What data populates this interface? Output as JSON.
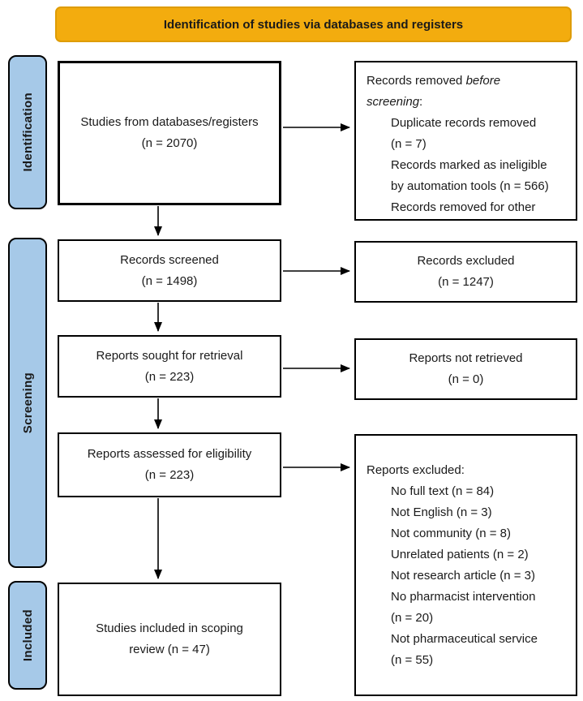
{
  "banner": {
    "title": "Identification of studies via databases and registers"
  },
  "stages": [
    {
      "label": "Identification"
    },
    {
      "label": "Screening"
    },
    {
      "label": "Included"
    }
  ],
  "flow": {
    "identification": {
      "studies": {
        "line1": "Studies from databases/registers",
        "line2": "(n = 2070)"
      },
      "removed": {
        "heading_prefix": "Records removed ",
        "heading_italic": "before\nscreening",
        "heading_suffix": ":",
        "items": [
          "Duplicate records removed\n(n = 7)",
          "Records marked as ineligible\nby automation tools (n = 566)",
          "Records removed for other"
        ]
      }
    },
    "screening": {
      "records_screened": {
        "line1": "Records screened",
        "line2": "(n = 1498)"
      },
      "records_excluded": {
        "line1": "Records excluded",
        "line2": "(n = 1247)"
      },
      "reports_sought": {
        "line1": "Reports sought for retrieval",
        "line2": "(n = 223)"
      },
      "reports_not_retrieved": {
        "line1": "Reports not retrieved",
        "line2": "(n = 0)"
      },
      "reports_assessed": {
        "line1": "Reports assessed for eligibility",
        "line2": "(n = 223)"
      },
      "reports_excluded": {
        "heading": "Reports excluded:",
        "items": [
          "No full text (n = 84)",
          "Not English (n = 3)",
          "Not community (n = 8)",
          "Unrelated patients (n = 2)",
          "Not research article (n = 3)",
          "No pharmacist intervention\n (n = 20)",
          "Not pharmaceutical service\n (n = 55)"
        ]
      }
    },
    "included": {
      "studies_included": {
        "line1": "Studies included in scoping",
        "line2": "review (n = 47)"
      }
    }
  },
  "colors": {
    "banner_fill": "#F3AC0E",
    "banner_border": "#DE9C05",
    "stage_fill": "#A6C9E8",
    "stage_border": "#000000",
    "box_border": "#000000",
    "arrow": "#000000"
  }
}
